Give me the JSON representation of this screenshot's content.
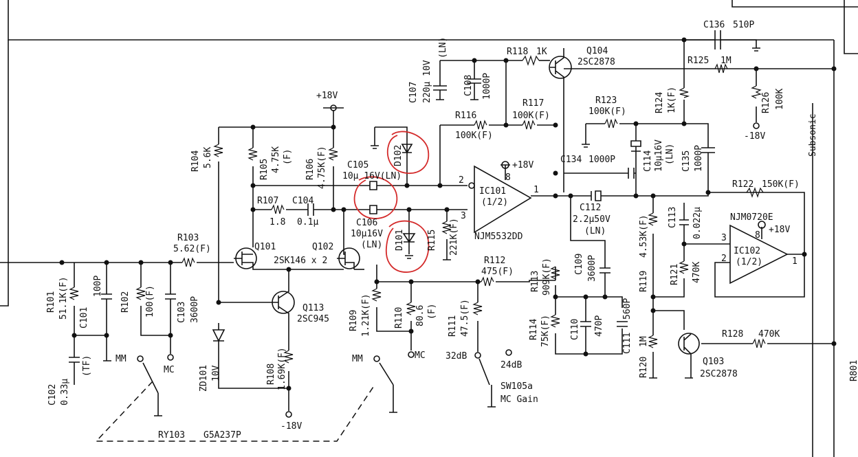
{
  "labels": {
    "c136": "C136",
    "c136_val": "510P",
    "r118": "R118",
    "r118_val": "1K",
    "q104": "Q104",
    "q104_type": "2SC2878",
    "r125": "R125",
    "r125_val": "1M",
    "c107": "C107",
    "c107_val": "220µ 10V",
    "c107_ln": "(LN)",
    "c108": "C108",
    "c108_val": "1000P",
    "plus18_top": "+18V",
    "r117": "R117",
    "r117_val": "100K(F)",
    "r123": "R123",
    "r123_val": "100K(F)",
    "r124": "R124",
    "r124_val": "1K(F)",
    "r126": "R126",
    "r126_val": "100K",
    "minus18_right": "-18V",
    "subsonic": "Subsonic",
    "r116": "R116",
    "r116_val": "100K(F)",
    "r104": "R104",
    "r104_val": "5.6K",
    "r105": "R105",
    "r105_val": "4.75K",
    "r105_f": "(F)",
    "r106": "R106",
    "r106_val": "4.75K(F)",
    "d102": "D102",
    "c105": "C105",
    "c105_val": "10µ 16V(LN)",
    "pin2": "2",
    "pin8": "8",
    "pin1": "1",
    "pin3": "3",
    "ic101": "IC101",
    "ic101_half": "(1/2)",
    "plus18_ic101": "+18V",
    "c134": "C134",
    "c134_val": "1000P",
    "c114": "C114",
    "c114_val": "10µ16V",
    "c114_ln": "(LN)",
    "c135": "C135",
    "c135_val": "1000P",
    "r122": "R122",
    "r122_val": "150K(F)",
    "r107": "R107",
    "r107_val": "1.8",
    "c104": "C104",
    "c104_val": "0.1µ",
    "c106": "C106",
    "c106_val": "10µ16V",
    "c106_ln": "(LN)",
    "d101": "D101",
    "r115": "R115",
    "r115_val": "221K(F)",
    "c112": "C112",
    "c112_val": "2.2µ50V",
    "c112_ln": "(LN)",
    "r119": "R119",
    "r119_val": "4.53K(F)",
    "c113": "C113",
    "c113_val": "0.022µ",
    "njm0720e": "NJM0720E",
    "plus18_ic102": "+18V",
    "ic102": "IC102",
    "ic102_half": "(1/2)",
    "njm5532dd": "NJM5532DD",
    "r103": "R103",
    "r103_val": "5.62(F)",
    "q101": "Q101",
    "q102": "Q102",
    "q_pair": "2SK146 x 2",
    "r112": "R112",
    "r112_val": "475(F)",
    "r113": "R113",
    "r113_val": "909K(F)",
    "c109": "C109",
    "c109_val": "3600P",
    "r121": "R121",
    "r121_val": "470K",
    "pin3b": "3",
    "pin8b": "8",
    "pin2b": "2",
    "pin1b": "1",
    "r101": "R101",
    "r101_val": "51.1K(F)",
    "c101": "C101",
    "c101_val": "100P",
    "r102": "R102",
    "r102_val": "100(F)",
    "c103": "C103",
    "c103_val": "3600P",
    "q113": "Q113",
    "q113_type": "2SC945",
    "r109": "R109",
    "r109_val": "1.21K(F)",
    "r110": "R110",
    "r110_val": "80.6",
    "r110_f": "(F)",
    "r111": "R111",
    "r111_val": "47.5(F)",
    "r114": "R114",
    "r114_val": "75K(F)",
    "c110": "C110",
    "c110_val": "470P",
    "c111": "C111",
    "c111_val": "560P",
    "r120": "R120",
    "r120_val": "1M",
    "r128": "R128",
    "r128_val": "470K",
    "c102": "C102",
    "c102_val": "0.33µ",
    "c102_tf": "(TF)",
    "mm_left": "MM",
    "mc_left": "MC",
    "zd101": "ZD101",
    "zd101_val": "10V",
    "r108": "R108",
    "r108_val": "1.69K(F)",
    "mm_right": "MM",
    "mc_right": "MC",
    "db32": "32dB",
    "db24": "24dB",
    "sw105a": "SW105a",
    "mc_gain": "MC Gain",
    "q103": "Q103",
    "q103_type": "2SC2878",
    "minus18_bottom": "-18V",
    "ry103": "RY103",
    "ry103_type": "G5A237P",
    "edge_text": "R801"
  },
  "annotations": [
    {
      "target": "D102",
      "color": "#d42a2a",
      "shape": "hand-drawn circle"
    },
    {
      "target": "C105 / C106 junction",
      "color": "#d42a2a",
      "shape": "hand-drawn circle"
    },
    {
      "target": "D101",
      "color": "#d42a2a",
      "shape": "hand-drawn circle"
    }
  ]
}
